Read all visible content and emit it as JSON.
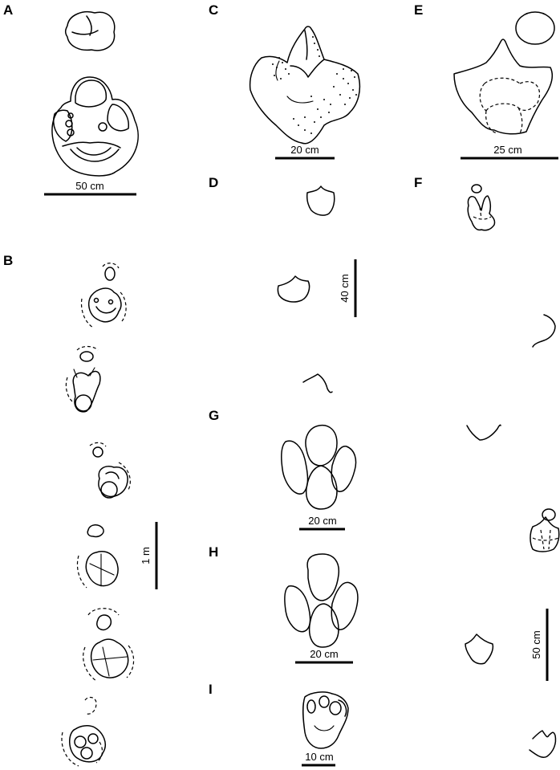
{
  "panels": {
    "A": {
      "label": "A",
      "scale": "50 cm"
    },
    "B": {
      "label": "B",
      "scale": "1 m"
    },
    "C": {
      "label": "C",
      "scale": "20 cm"
    },
    "D": {
      "label": "D",
      "scale": "40 cm"
    },
    "E": {
      "label": "E",
      "scale": "25 cm"
    },
    "F": {
      "label": "F",
      "scale": "50 cm"
    },
    "G": {
      "label": "G",
      "scale": "20 cm"
    },
    "H": {
      "label": "H",
      "scale": "20 cm"
    },
    "I": {
      "label": "I",
      "scale": "10 cm"
    }
  }
}
